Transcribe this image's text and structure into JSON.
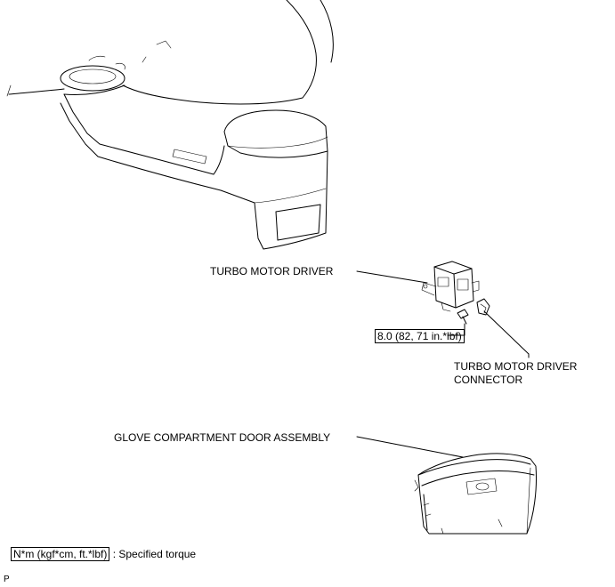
{
  "labels": {
    "turbo_motor_driver": "TURBO MOTOR DRIVER",
    "torque_spec": "8.0 (82, 71 in.*lbf)",
    "connector_line1": "TURBO MOTOR DRIVER",
    "connector_line2": "CONNECTOR",
    "glove_compartment": "GLOVE COMPARTMENT DOOR ASSEMBLY"
  },
  "legend": {
    "unit": "N*m (kgf*cm, ft.*lbf)",
    "description": ": Specified torque"
  },
  "figure_id": "P"
}
